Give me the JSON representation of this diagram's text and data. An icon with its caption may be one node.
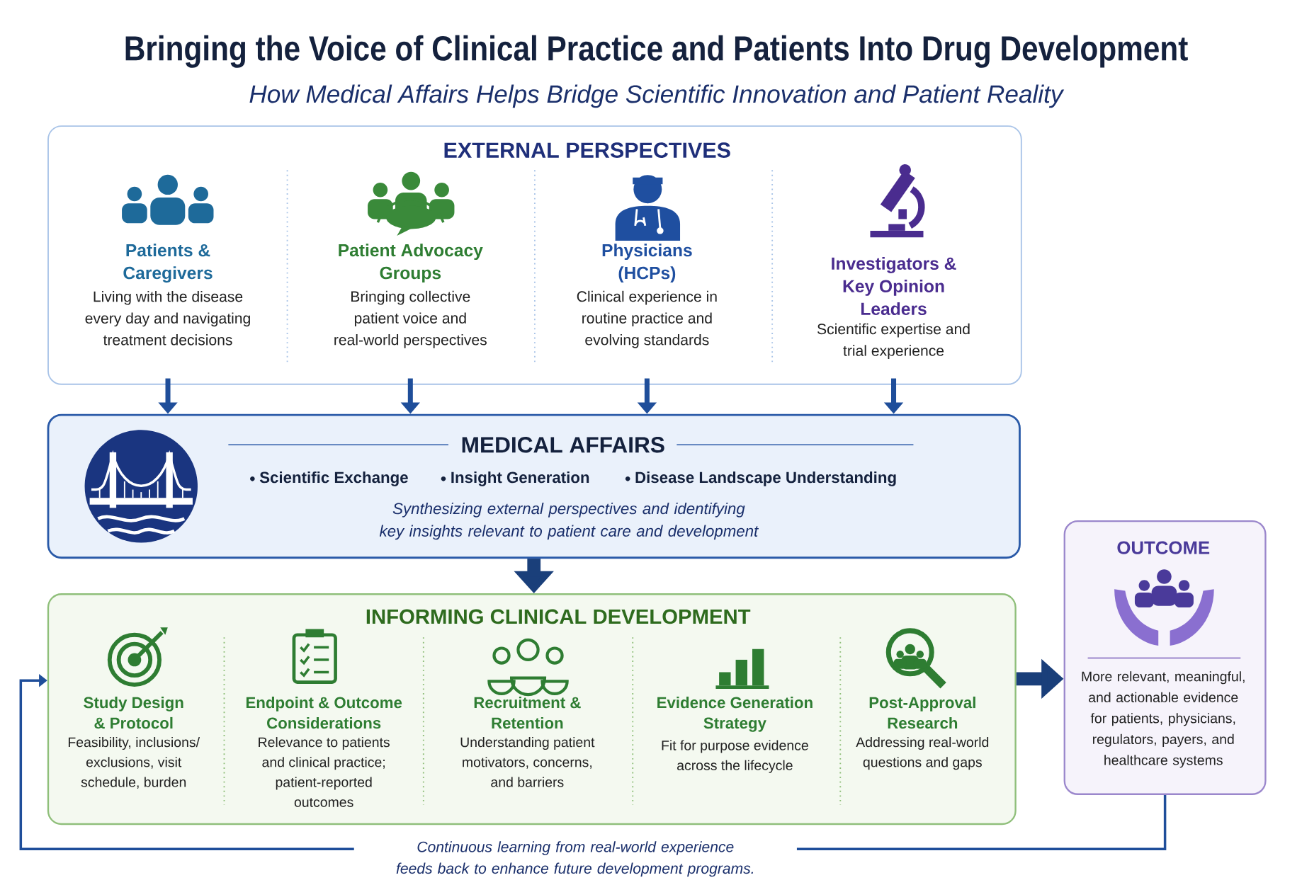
{
  "diagram": {
    "title": "Bringing the Voice of Clinical Practice and Patients Into Drug Development",
    "caption": "How Medical Affairs Helps Bridge Scientific Innovation and Patient Reality",
    "nodes": [
      {
        "text": [
          "EXTERNAL PERSPECTIVES"
        ]
      },
      {
        "text": [
          "Patients & Caregivers",
          "Living with the disease every day and navigating treatment decisions"
        ],
        "in": 0
      },
      {
        "text": [
          "Patient Advocacy Groups",
          "Bringing collective patient voice and real-world perspectives"
        ],
        "in": 0
      },
      {
        "text": [
          "Physicians (HCPs)",
          "Clinical experience in routine practice and evolving standards"
        ],
        "in": 0
      },
      {
        "text": [
          "Investigators & Key Opinion Leaders",
          "Scientific expertise and trial experience"
        ],
        "in": 0
      },
      {
        "text": [
          "MEDICAL AFFAIRS",
          "Scientific Exchange",
          "Insight Generation",
          "Disease Landscape Understanding",
          "Synthesizing external perspectives and identifying key insights relevant to patient care and development"
        ]
      },
      {
        "text": [
          "INFORMING CLINICAL DEVELOPMENT"
        ]
      },
      {
        "text": [
          "Study Design & Protocol",
          "Feasibility, inclusions/ exclusions, visit schedule, burden"
        ],
        "in": 6
      },
      {
        "text": [
          "Endpoint & Outcome Considerations",
          "Relevance to patients and clinical practice; patient-reported outcomes"
        ],
        "in": 6
      },
      {
        "text": [
          "Recruitment & Retention",
          "Understanding patient motivators, concerns, and barriers"
        ],
        "in": 6
      },
      {
        "text": [
          "Evidence Generation Strategy",
          "Fit for purpose evidence across the lifecycle"
        ],
        "in": 6
      },
      {
        "text": [
          "Post-Approval Research",
          "Addressing real-world questions and gaps"
        ],
        "in": 6
      },
      {
        "text": [
          "OUTCOME",
          "More relevant, meaningful, and actionable evidence for patients, physicians, regulators, payers, and healthcare systems"
        ]
      }
    ],
    "edges": [
      {
        "from": 1,
        "to": 5,
        "arrow": "to"
      },
      {
        "from": 2,
        "to": 5,
        "arrow": "to"
      },
      {
        "from": 3,
        "to": 5,
        "arrow": "to"
      },
      {
        "from": 4,
        "to": 5,
        "arrow": "to"
      },
      {
        "from": 5,
        "to": 6,
        "arrow": "to",
        "style": "thick"
      },
      {
        "from": 6,
        "to": 12,
        "arrow": "to",
        "style": "thick"
      },
      {
        "from": 12,
        "to": 6,
        "arrow": "to",
        "label": "Continuous learning from real-world experience feeds back to enhance future development programs."
      }
    ]
  }
}
